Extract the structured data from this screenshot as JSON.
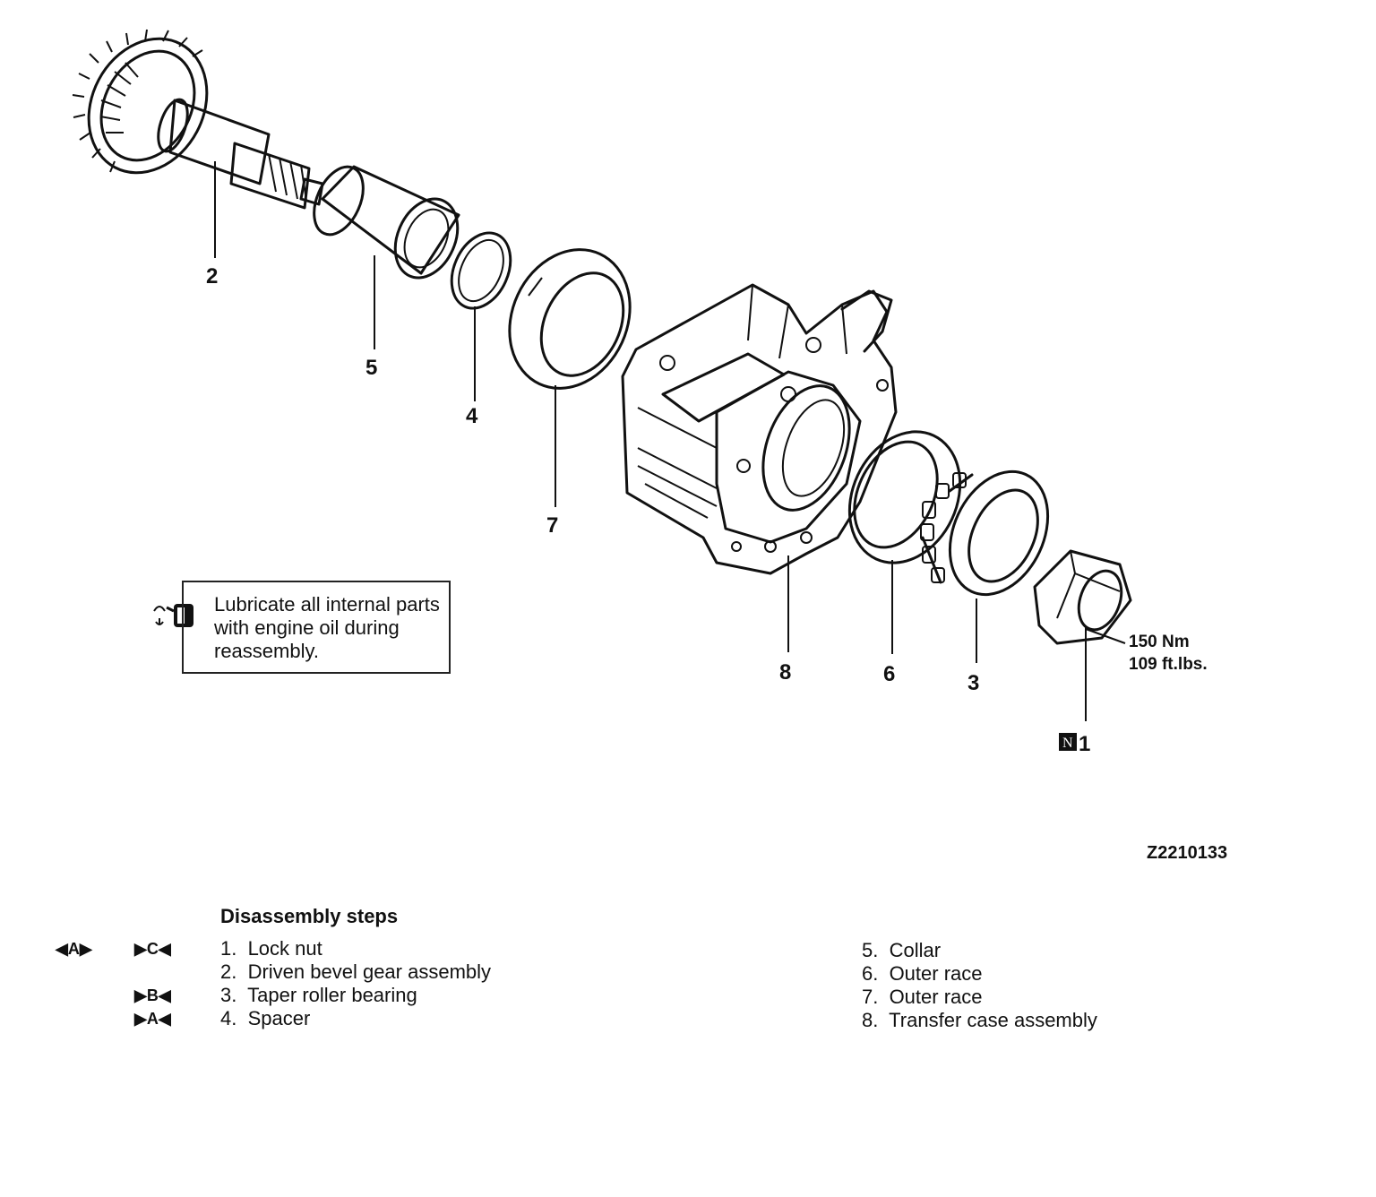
{
  "callouts": {
    "c1": "1",
    "c2": "2",
    "c3": "3",
    "c4": "4",
    "c5": "5",
    "c6": "6",
    "c7": "7",
    "c8": "8"
  },
  "torque": {
    "nm": "150 Nm",
    "ftlbs": "109 ft.lbs."
  },
  "new_part_mark": "N",
  "figure_id": "Z2210133",
  "note": {
    "icon": "oil-can-icon",
    "text": "Lubricate all internal parts with engine oil during reassembly."
  },
  "steps_title": "Disassembly steps",
  "steps_left": [
    {
      "text": "1.  Lock nut",
      "markers": [
        "◀A▶",
        "▶C◀"
      ]
    },
    {
      "text": "2.  Driven bevel gear assembly",
      "markers": []
    },
    {
      "text": "3.  Taper roller bearing",
      "markers": [
        "▶B◀"
      ]
    },
    {
      "text": "4.  Spacer",
      "markers": [
        "▶A◀"
      ]
    }
  ],
  "steps_right": [
    {
      "text": "5.  Collar"
    },
    {
      "text": "6.  Outer race"
    },
    {
      "text": "7.  Outer race"
    },
    {
      "text": "8.  Transfer case assembly"
    }
  ]
}
